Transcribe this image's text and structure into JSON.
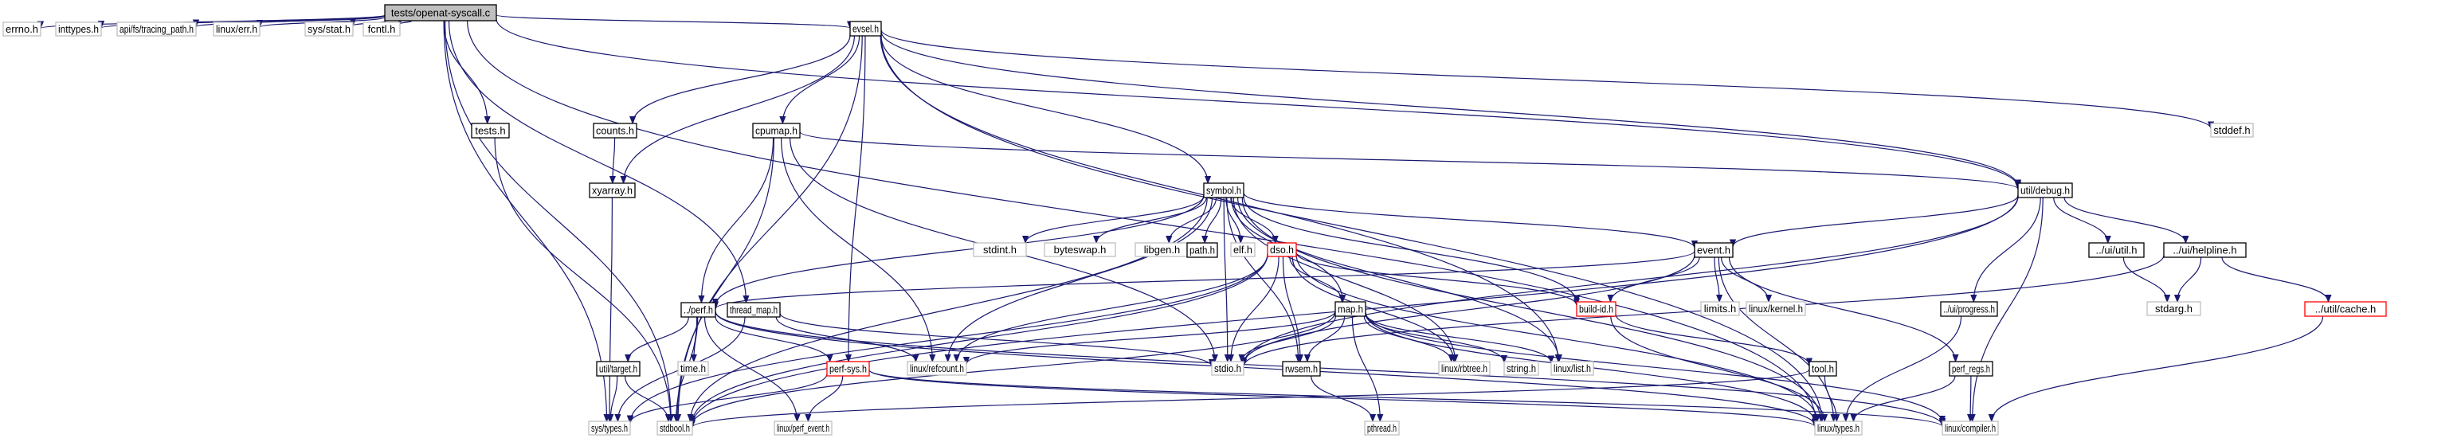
{
  "title": "Include dependency graph for tests/openat-syscall.c",
  "legend": {
    "root_fill": "#bfbfbf",
    "documented_border": "#000000",
    "external_border": "#bfbfbf",
    "truncated_border": "#ff0000",
    "edge_color": "#191970"
  },
  "nodes": [
    {
      "id": "root",
      "label": "tests/openat-syscall.c",
      "kind": "root"
    },
    {
      "id": "errno",
      "label": "errno.h",
      "kind": "external"
    },
    {
      "id": "inttypes",
      "label": "inttypes.h",
      "kind": "external"
    },
    {
      "id": "tracing_path",
      "label": "api/fs/tracing_path.h",
      "kind": "external"
    },
    {
      "id": "linux_err",
      "label": "linux/err.h",
      "kind": "external"
    },
    {
      "id": "sys_stat",
      "label": "sys/stat.h",
      "kind": "external"
    },
    {
      "id": "fcntl",
      "label": "fcntl.h",
      "kind": "external"
    },
    {
      "id": "evsel",
      "label": "evsel.h",
      "kind": "documented"
    },
    {
      "id": "tests",
      "label": "tests.h",
      "kind": "documented"
    },
    {
      "id": "counts",
      "label": "counts.h",
      "kind": "documented"
    },
    {
      "id": "cpumap",
      "label": "cpumap.h",
      "kind": "documented"
    },
    {
      "id": "stddef",
      "label": "stddef.h",
      "kind": "external"
    },
    {
      "id": "xyarray",
      "label": "xyarray.h",
      "kind": "documented"
    },
    {
      "id": "util_debug",
      "label": "util/debug.h",
      "kind": "documented"
    },
    {
      "id": "symbol",
      "label": "symbol.h",
      "kind": "documented"
    },
    {
      "id": "stdint",
      "label": "stdint.h",
      "kind": "external"
    },
    {
      "id": "byteswap",
      "label": "byteswap.h",
      "kind": "external"
    },
    {
      "id": "libgen",
      "label": "libgen.h",
      "kind": "external"
    },
    {
      "id": "path",
      "label": "path.h",
      "kind": "documented"
    },
    {
      "id": "elf",
      "label": "elf.h",
      "kind": "external"
    },
    {
      "id": "dso",
      "label": "dso.h",
      "kind": "truncated"
    },
    {
      "id": "event",
      "label": "event.h",
      "kind": "documented"
    },
    {
      "id": "ui_util",
      "label": "../ui/util.h",
      "kind": "documented"
    },
    {
      "id": "ui_helpline",
      "label": "../ui/helpline.h",
      "kind": "documented"
    },
    {
      "id": "perf",
      "label": "../perf.h",
      "kind": "documented"
    },
    {
      "id": "thread_map",
      "label": "thread_map.h",
      "kind": "documented"
    },
    {
      "id": "map",
      "label": "map.h",
      "kind": "documented"
    },
    {
      "id": "build_id",
      "label": "build-id.h",
      "kind": "truncated"
    },
    {
      "id": "limits",
      "label": "limits.h",
      "kind": "external"
    },
    {
      "id": "linux_kernel",
      "label": "linux/kernel.h",
      "kind": "external"
    },
    {
      "id": "ui_progress",
      "label": "../ui/progress.h",
      "kind": "documented"
    },
    {
      "id": "stdarg",
      "label": "stdarg.h",
      "kind": "external"
    },
    {
      "id": "util_cache",
      "label": "../util/cache.h",
      "kind": "truncated"
    },
    {
      "id": "util_target",
      "label": "util/target.h",
      "kind": "documented"
    },
    {
      "id": "time",
      "label": "time.h",
      "kind": "external"
    },
    {
      "id": "perf_sys",
      "label": "perf-sys.h",
      "kind": "truncated"
    },
    {
      "id": "linux_refcount",
      "label": "linux/refcount.h",
      "kind": "external"
    },
    {
      "id": "stdio",
      "label": "stdio.h",
      "kind": "external"
    },
    {
      "id": "rwsem",
      "label": "rwsem.h",
      "kind": "documented"
    },
    {
      "id": "linux_rbtree",
      "label": "linux/rbtree.h",
      "kind": "external"
    },
    {
      "id": "string",
      "label": "string.h",
      "kind": "external"
    },
    {
      "id": "linux_list",
      "label": "linux/list.h",
      "kind": "external"
    },
    {
      "id": "tool",
      "label": "tool.h",
      "kind": "documented"
    },
    {
      "id": "perf_regs",
      "label": "perf_regs.h",
      "kind": "documented"
    },
    {
      "id": "sys_types",
      "label": "sys/types.h",
      "kind": "external"
    },
    {
      "id": "stdbool",
      "label": "stdbool.h",
      "kind": "external"
    },
    {
      "id": "linux_perf_event",
      "label": "linux/perf_event.h",
      "kind": "external"
    },
    {
      "id": "pthread",
      "label": "pthread.h",
      "kind": "external"
    },
    {
      "id": "linux_types",
      "label": "linux/types.h",
      "kind": "external"
    },
    {
      "id": "linux_compiler",
      "label": "linux/compiler.h",
      "kind": "external"
    }
  ],
  "edges": [
    [
      "root",
      "errno"
    ],
    [
      "root",
      "inttypes"
    ],
    [
      "root",
      "tracing_path"
    ],
    [
      "root",
      "linux_err"
    ],
    [
      "root",
      "sys_stat"
    ],
    [
      "root",
      "fcntl"
    ],
    [
      "root",
      "evsel"
    ],
    [
      "root",
      "tests"
    ],
    [
      "root",
      "thread_map"
    ],
    [
      "root",
      "sys_types"
    ],
    [
      "root",
      "stdbool"
    ],
    [
      "root",
      "util_debug"
    ],
    [
      "root",
      "linux_types"
    ],
    [
      "evsel",
      "counts"
    ],
    [
      "evsel",
      "xyarray"
    ],
    [
      "evsel",
      "cpumap"
    ],
    [
      "evsel",
      "symbol"
    ],
    [
      "evsel",
      "stddef"
    ],
    [
      "evsel",
      "linux_list"
    ],
    [
      "evsel",
      "stdbool"
    ],
    [
      "evsel",
      "linux_types"
    ],
    [
      "evsel",
      "util_debug"
    ],
    [
      "evsel",
      "perf_sys"
    ],
    [
      "tests",
      "stdbool"
    ],
    [
      "counts",
      "xyarray"
    ],
    [
      "xyarray",
      "sys_types"
    ],
    [
      "cpumap",
      "util_debug"
    ],
    [
      "cpumap",
      "perf"
    ],
    [
      "cpumap",
      "stdio"
    ],
    [
      "cpumap",
      "stdbool"
    ],
    [
      "cpumap",
      "linux_refcount"
    ],
    [
      "util_debug",
      "event"
    ],
    [
      "util_debug",
      "ui_util"
    ],
    [
      "util_debug",
      "ui_helpline"
    ],
    [
      "util_debug",
      "ui_progress"
    ],
    [
      "util_debug",
      "stdbool"
    ],
    [
      "util_debug",
      "stdio"
    ],
    [
      "util_debug",
      "linux_compiler"
    ],
    [
      "symbol",
      "stdint"
    ],
    [
      "symbol",
      "byteswap"
    ],
    [
      "symbol",
      "libgen"
    ],
    [
      "symbol",
      "path"
    ],
    [
      "symbol",
      "elf"
    ],
    [
      "symbol",
      "dso"
    ],
    [
      "symbol",
      "event"
    ],
    [
      "symbol",
      "perf"
    ],
    [
      "symbol",
      "map"
    ],
    [
      "symbol",
      "build_id"
    ],
    [
      "symbol",
      "linux_rbtree"
    ],
    [
      "symbol",
      "linux_list"
    ],
    [
      "symbol",
      "stdio"
    ],
    [
      "symbol",
      "stdbool"
    ],
    [
      "symbol",
      "linux_types"
    ],
    [
      "symbol",
      "rwsem"
    ],
    [
      "symbol",
      "linux_refcount"
    ],
    [
      "dso",
      "map"
    ],
    [
      "dso",
      "build_id"
    ],
    [
      "dso",
      "linux_rbtree"
    ],
    [
      "dso",
      "linux_refcount"
    ],
    [
      "dso",
      "sys_types"
    ],
    [
      "dso",
      "stdbool"
    ],
    [
      "dso",
      "linux_types"
    ],
    [
      "dso",
      "rwsem"
    ],
    [
      "dso",
      "stdio"
    ],
    [
      "event",
      "build_id"
    ],
    [
      "event",
      "limits"
    ],
    [
      "event",
      "linux_kernel"
    ],
    [
      "event",
      "perf_regs"
    ],
    [
      "event",
      "perf"
    ],
    [
      "event",
      "linux_types"
    ],
    [
      "event",
      "stdio"
    ],
    [
      "ui_util",
      "stdarg"
    ],
    [
      "ui_helpline",
      "stdarg"
    ],
    [
      "ui_helpline",
      "util_cache"
    ],
    [
      "ui_helpline",
      "stdio"
    ],
    [
      "ui_progress",
      "linux_types"
    ],
    [
      "util_cache",
      "linux_compiler"
    ],
    [
      "perf",
      "util_target"
    ],
    [
      "perf",
      "time"
    ],
    [
      "perf",
      "perf_sys"
    ],
    [
      "perf",
      "stdbool"
    ],
    [
      "perf",
      "linux_types"
    ],
    [
      "perf",
      "linux_perf_event"
    ],
    [
      "perf",
      "linux_compiler"
    ],
    [
      "thread_map",
      "sys_types"
    ],
    [
      "thread_map",
      "stdio"
    ],
    [
      "thread_map",
      "linux_refcount"
    ],
    [
      "map",
      "stdio"
    ],
    [
      "map",
      "rwsem"
    ],
    [
      "map",
      "linux_rbtree"
    ],
    [
      "map",
      "string"
    ],
    [
      "map",
      "linux_list"
    ],
    [
      "map",
      "stdbool"
    ],
    [
      "map",
      "linux_types"
    ],
    [
      "map",
      "linux_refcount"
    ],
    [
      "map",
      "pthread"
    ],
    [
      "map",
      "linux_compiler"
    ],
    [
      "build_id",
      "tool"
    ],
    [
      "build_id",
      "linux_types"
    ],
    [
      "util_target",
      "sys_types"
    ],
    [
      "util_target",
      "stdbool"
    ],
    [
      "perf_sys",
      "sys_types"
    ],
    [
      "perf_sys",
      "linux_types"
    ],
    [
      "perf_sys",
      "linux_perf_event"
    ],
    [
      "perf_sys",
      "linux_compiler"
    ],
    [
      "rwsem",
      "pthread"
    ],
    [
      "tool",
      "stdbool"
    ],
    [
      "tool",
      "linux_types"
    ],
    [
      "perf_regs",
      "linux_types"
    ],
    [
      "perf_regs",
      "linux_compiler"
    ]
  ]
}
